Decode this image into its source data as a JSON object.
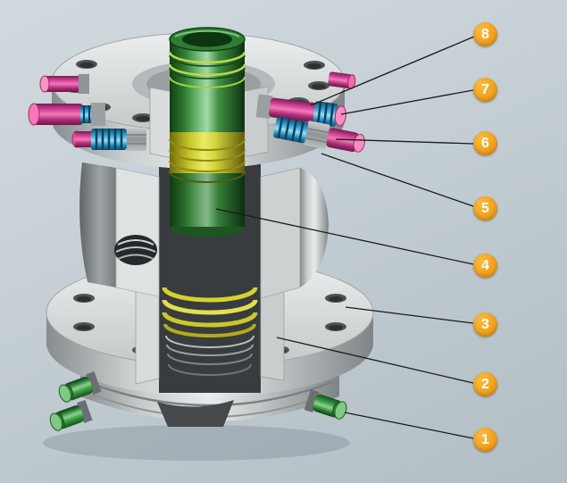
{
  "figure": {
    "kind": "cutaway-diagram",
    "background_top": "#ccd5da",
    "background_bottom": "#b2bdc4"
  },
  "callout_style": {
    "badge_fill": "#f0a21d",
    "badge_text_color": "#ffffff",
    "leader_line_color": "#1b1b1b"
  },
  "palette": {
    "body_metal": "#c9cecf",
    "section_face": "#dfe2e2",
    "mandrel_green": "#2e7d32",
    "seal_ring_yellow": "#d8d02e",
    "valve_magenta": "#d8459a",
    "fitting_blue": "#3fa9da",
    "plug_green": "#3fa348",
    "bore_dark": "#383c3e"
  },
  "callout_count": 8,
  "callouts": [
    {
      "label": "8"
    },
    {
      "label": "7"
    },
    {
      "label": "6"
    },
    {
      "label": "5"
    },
    {
      "label": "4"
    },
    {
      "label": "3"
    },
    {
      "label": "2"
    },
    {
      "label": "1"
    }
  ]
}
